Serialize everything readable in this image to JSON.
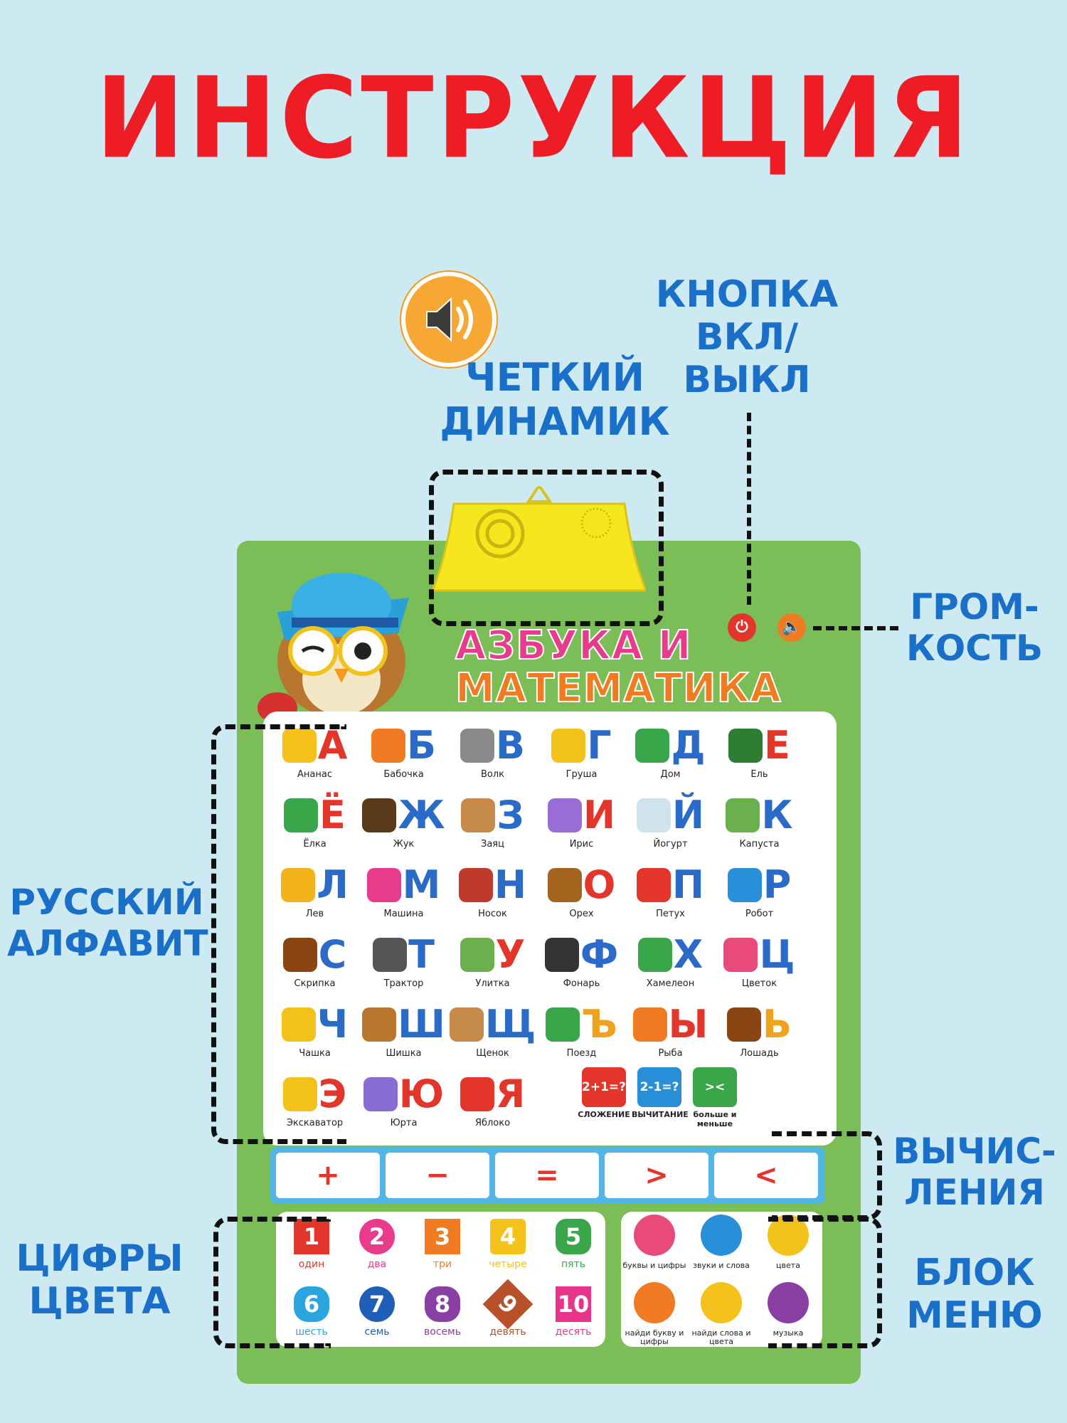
{
  "title": "ИНСТРУКЦИЯ",
  "labels": {
    "speaker": [
      "ЧЕТКИЙ",
      "ДИНАМИК"
    ],
    "power": [
      "КНОПКА",
      "ВКЛ/",
      "ВЫКЛ"
    ],
    "volume": [
      "ГРОМ-",
      "КОСТЬ"
    ],
    "alphabet": [
      "РУССКИЙ",
      "АЛФАВИТ"
    ],
    "math": [
      "ВЫЧИС-",
      "ЛЕНИЯ"
    ],
    "numbers": [
      "ЦИФРЫ",
      "ЦВЕТА"
    ],
    "menu": [
      "БЛОК",
      "МЕНЮ"
    ]
  },
  "poster": {
    "heading_line1": "АЗБУКА И",
    "heading_line2": "МАТЕМАТИКА",
    "power_icon": "power-icon",
    "volume_icon": "volume-icon",
    "alphabet": [
      {
        "letter": "А",
        "word": "Ананас",
        "color": "#e4352b"
      },
      {
        "letter": "Б",
        "word": "Бабочка",
        "color": "#2a6ac9"
      },
      {
        "letter": "В",
        "word": "Волк",
        "color": "#2a6ac9"
      },
      {
        "letter": "Г",
        "word": "Груша",
        "color": "#2a6ac9"
      },
      {
        "letter": "Д",
        "word": "Дом",
        "color": "#2a6ac9"
      },
      {
        "letter": "Е",
        "word": "Ель",
        "color": "#e4352b"
      },
      {
        "letter": "Ё",
        "word": "Ёлка",
        "color": "#e4352b"
      },
      {
        "letter": "Ж",
        "word": "Жук",
        "color": "#2a6ac9"
      },
      {
        "letter": "З",
        "word": "Заяц",
        "color": "#2a6ac9"
      },
      {
        "letter": "И",
        "word": "Ирис",
        "color": "#e4352b"
      },
      {
        "letter": "Й",
        "word": "Йогурт",
        "color": "#2a6ac9"
      },
      {
        "letter": "К",
        "word": "Капуста",
        "color": "#2a6ac9"
      },
      {
        "letter": "Л",
        "word": "Лев",
        "color": "#2a6ac9"
      },
      {
        "letter": "М",
        "word": "Машина",
        "color": "#2a6ac9"
      },
      {
        "letter": "Н",
        "word": "Носок",
        "color": "#2a6ac9"
      },
      {
        "letter": "О",
        "word": "Орех",
        "color": "#e4352b"
      },
      {
        "letter": "П",
        "word": "Петух",
        "color": "#2a6ac9"
      },
      {
        "letter": "Р",
        "word": "Робот",
        "color": "#2a6ac9"
      },
      {
        "letter": "С",
        "word": "Скрипка",
        "color": "#2a6ac9"
      },
      {
        "letter": "Т",
        "word": "Трактор",
        "color": "#2a6ac9"
      },
      {
        "letter": "У",
        "word": "Улитка",
        "color": "#e4352b"
      },
      {
        "letter": "Ф",
        "word": "Фонарь",
        "color": "#2a6ac9"
      },
      {
        "letter": "Х",
        "word": "Хамелеон",
        "color": "#2a6ac9"
      },
      {
        "letter": "Ц",
        "word": "Цветок",
        "color": "#2a6ac9"
      },
      {
        "letter": "Ч",
        "word": "Чашка",
        "color": "#2a6ac9"
      },
      {
        "letter": "Ш",
        "word": "Шишка",
        "color": "#2a6ac9"
      },
      {
        "letter": "Щ",
        "word": "Щенок",
        "color": "#2a6ac9"
      },
      {
        "letter": "Ъ",
        "word": "Поезд",
        "color": "#f0a21c"
      },
      {
        "letter": "Ы",
        "word": "Рыба",
        "color": "#e4352b"
      },
      {
        "letter": "Ь",
        "word": "Лошадь",
        "color": "#f0a21c"
      },
      {
        "letter": "Э",
        "word": "Экскаватор",
        "color": "#e4352b"
      },
      {
        "letter": "Ю",
        "word": "Юрта",
        "color": "#e4352b"
      },
      {
        "letter": "Я",
        "word": "Яблоко",
        "color": "#e4352b"
      }
    ],
    "ops": [
      {
        "sign": "2+1=?",
        "label": "СЛОЖЕНИЕ",
        "color": "#e4352b"
      },
      {
        "sign": "2-1=?",
        "label": "ВЫЧИТАНИЕ",
        "color": "#2a8fd9"
      },
      {
        "sign": "><",
        "label": "больше и меньше",
        "color": "#3aa64a"
      }
    ],
    "math_row": [
      "+",
      "−",
      "=",
      ">",
      "<"
    ],
    "numbers": [
      {
        "n": "1",
        "word": "один",
        "color": "#e4352b"
      },
      {
        "n": "2",
        "word": "два",
        "color": "#e83b8c"
      },
      {
        "n": "3",
        "word": "три",
        "color": "#f07b22"
      },
      {
        "n": "4",
        "word": "четыре",
        "color": "#f5c21b"
      },
      {
        "n": "5",
        "word": "пять",
        "color": "#3aa64a"
      },
      {
        "n": "6",
        "word": "шесть",
        "color": "#2aa5e0"
      },
      {
        "n": "7",
        "word": "семь",
        "color": "#1f5fb8"
      },
      {
        "n": "8",
        "word": "восемь",
        "color": "#8a3fa5"
      },
      {
        "n": "9",
        "word": "девять",
        "color": "#b8502a"
      },
      {
        "n": "10",
        "word": "десять",
        "color": "#e8338a"
      }
    ],
    "menu_items": [
      {
        "word": "буквы и цифры",
        "color": "#e84a7a"
      },
      {
        "word": "звуки и слова",
        "color": "#2a8fd9"
      },
      {
        "word": "цвета",
        "color": "#f2c21b"
      },
      {
        "word": "найди букву и цифры",
        "color": "#f07b22"
      },
      {
        "word": "найди слова и цвета",
        "color": "#f5c21b"
      },
      {
        "word": "музыка",
        "color": "#8a3fa5"
      }
    ]
  }
}
